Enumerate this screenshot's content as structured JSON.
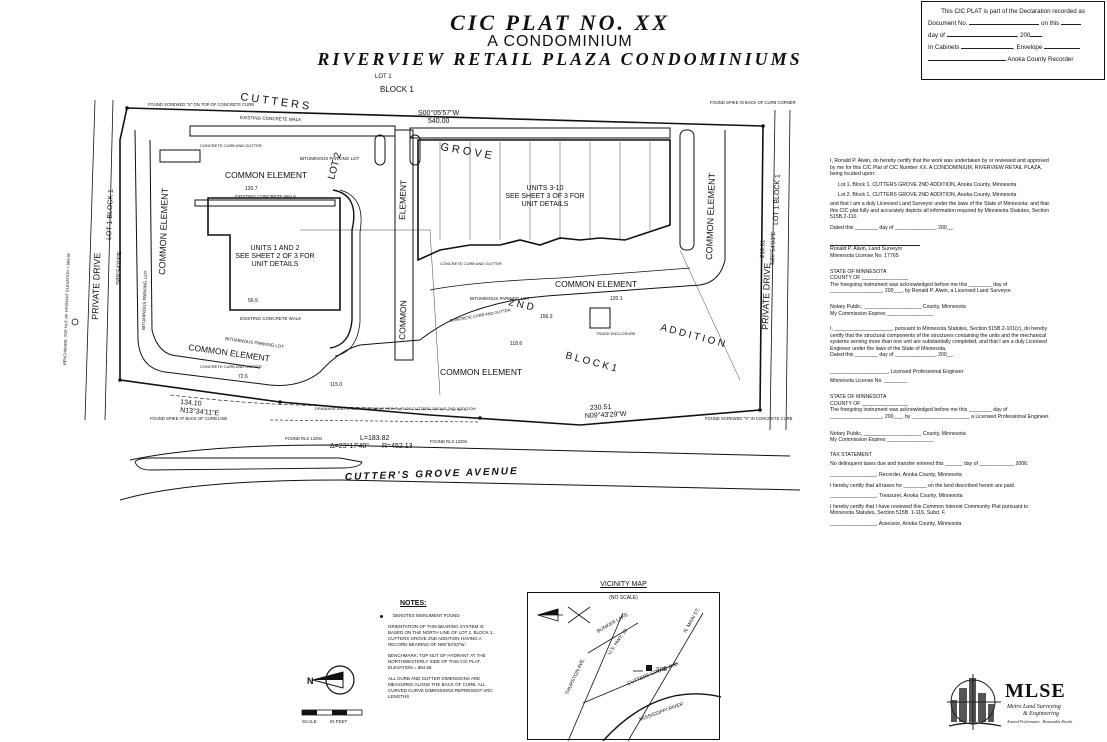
{
  "title": {
    "line1": "CIC PLAT NO. XX",
    "line2": "A CONDOMINIUM",
    "line3": "RIVERVIEW RETAIL PLAZA CONDOMINIUMS"
  },
  "recording_box": {
    "line1": "This CIC PLAT is part of the Declaration recorded as",
    "line2a": "Document No.",
    "line2b": "on this",
    "line3a": "day of",
    "line3b": ", 200",
    "line4a": "In Cabinets",
    "line4b": ", Envelope",
    "line5": "Anoka County Recorder"
  },
  "plat_labels": {
    "lot1_top": "LOT 1",
    "block1_top": "BLOCK 1",
    "cutters_top": "C U T T E R S",
    "grove_mid": "G R O V E",
    "lot2": "LOT 2",
    "second": "2 N D",
    "addition": "A D D I T I O N",
    "block1_bottom": "B L O C K   1",
    "private_drive_left": "PRIVATE  DRIVE",
    "private_drive_right": "PRIVATE  DRIVE",
    "lot1_block1_left": "LOT 1   BLOCK 1",
    "lot1_block1_right": "LOT 1   BLOCK 1",
    "bearing_top": "S00°05'57\"W",
    "dist_top": "540.00",
    "bearing_left": "S89°54'03\"E",
    "dist_left": "210.01",
    "bearing_right": "S89°54'03\"E",
    "dist_right": "210.01",
    "bearing_bl": "N13°34'11\"E",
    "dist_bl": "134.10",
    "bearing_br": "N09°43'29\"W",
    "dist_br": "230.51",
    "curve_L": "L=183.82",
    "curve_delta": "Δ=23°17'40\"",
    "curve_R": "R=452.13",
    "common_element_1": "COMMON ELEMENT",
    "common_element_2": "COMMON ELEMENT",
    "common_element_3": "COMMON ELEMENT",
    "common_element_4": "COMMON ELEMENT",
    "common_element_5": "COMMON ELEMENT",
    "common_element_6": "COMMON ELEMENT",
    "common_v1": "COMMON",
    "element_v1": "ELEMENT",
    "units_1_2_a": "UNITS 1 AND 2",
    "units_1_2_b": "SEE SHEET 2 OF 3 FOR",
    "units_1_2_c": "UNIT DETAILS",
    "units_3_10_a": "UNITS 3-10",
    "units_3_10_b": "SEE SHEET 3 OF 3 FOR",
    "units_3_10_c": "UNIT DETAILS",
    "existing_walk_1": "EXISTING CONCRETE WALK",
    "existing_walk_2": "EXISTING CONCRETE WALK",
    "existing_walk_3": "EXISTING CONCRETE WALK",
    "curb_gutter_1": "CONCRETE CURB AND GUTTER",
    "curb_gutter_2": "CONCRETE CURB AND GUTTER",
    "curb_gutter_3": "CONCRETE CURB AND GUTTER",
    "curb_gutter_4": "CONCRETE CURB AND GUTTER",
    "parking_1": "BITUMINOUS PARKING LOT",
    "parking_2": "BITUMINOUS PARKING LOT",
    "parking_3": "BITUMINOUS PARKING LOT",
    "parking_4": "BITUMINOUS PARKING LOT",
    "trash": "TRASH ENCLOSURE",
    "found_spike_tr": "FOUND SPIKE IN BACK OF CURB CORNER",
    "found_screw_tl": "FOUND SCREWED \"X\" ON TOP OF CONCRETE CURB",
    "found_spike_bl": "FOUND SPIKE AT BACK OF CURB LINE",
    "found_screw_br": "FOUND SCREWED \"X\" IN CONCRETE CURB",
    "found_rls_1": "FOUND RLS 12294",
    "found_rls_2": "FOUND RLS 12294",
    "drainage": "DRAINAGE AND UTILITY EASEMENT PER PLAT OF CUTTERS GROVE 2ND ADDITION",
    "benchmark_side": "BENCHMARK: TOP NUT OF HYDRANT ELEVATION = 884.66",
    "avenue": "CUTTER'S    GROVE    AVENUE",
    "dim_1207": "120.7",
    "dim_1186": "118.6",
    "dim_1563": "156.3",
    "dim_726": "72.6",
    "dim_1150": "115.0",
    "dim_1201": "120.1",
    "dim_569": "56.9"
  },
  "notes": {
    "heading": "NOTES:",
    "note1": "DENOTES MONUMENT FOUND",
    "note2": "ORIENTATION OF THIS BEARING SYSTEM IS BASED ON THE NORTH LINE OF LOT 2, BLOCK 1, CUTTERS GROVE 2ND ADDITION HAVING A RECORD BEARING OF N89°54'03\"W.",
    "note3": "BENCHMARK: TOP NUT OF HYDRANT AT THE NORTHWESTERLY SIDE OF THIS CIC PLAT. ELEVATION = 884.66",
    "note4": "ALL CURB AND GUTTER DIMENSIONS ARE MEASURED ALONG THE BACK OF CURB. ALL CURVED CURVE DIMENSIONS REPRESENT ARC LENGTHS",
    "scale_label": "SCALE",
    "scale_unit": "IN FEET"
  },
  "vicinity": {
    "title": "VICINITY MAP",
    "subtitle": "(NO SCALE)",
    "site": "SITE",
    "street1": "CUTTERS GROVE AVE.",
    "street2": "THURSTON AVE.",
    "street3": "U.S. HWY. 10",
    "street4": "MISSISSIPPI RIVER",
    "street5": "BUNKER LAKE",
    "street6": "N. MAIN ST."
  },
  "certificate": {
    "p1": "I, Ronald P. Alwin, do hereby certify that the work was undertaken by or reviewed and approved by me for this CIC Plat of CIC Number XX, A CONDOMINIUM, RIVERVIEW RETAIL PLAZA, being located upon:",
    "p2": "Lot 1, Block 1, CUTTERS GROVE 2ND ADDITION, Anoka County, Minnesota",
    "p3": "Lot 2, Block 1, CUTTERS GROVE 2ND ADDITION, Anoka County, Minnesota",
    "p4": "and that I am a duly Licensed Land Surveyor under the laws of the State of Minnesota; and that this CIC plat fully and accurately depicts all information required by Minnesota Statutes, Section 515B.2-110.",
    "dated1": "Dated this ________ day of ______________, 200__.",
    "sig1a": "Ronald P. Alwin, Land Surveyor",
    "sig1b": "Minnesota License No. 17765",
    "state1": "STATE OF MINNESOTA",
    "county1": "COUNTY OF ________________",
    "ack1": "The foregoing instrument was acknowledged before me this ________ day of __________________, 200___, by Ronald P. Alwin, a Licensed Land Surveyor.",
    "notary1a": "Notary Public, ____________________ County, Minnesota",
    "notary1b": "My Commission Expires ________________",
    "p5": "I, ____________________, pursuant to Minnesota Statutes, Section 515B.2-101(c), do hereby certify that the structural components of the structures containing the units and the mechanical systems serving more than one unit are substantially completed, and that I am a duly Licensed Engineer under the laws of the State of Minnesota.",
    "dated2": "Dated this ________ day of ______________, 200__.",
    "sig2a": "____________________, Licensed Professional Engineer",
    "sig2b": "Minnesota License No. ________",
    "state2": "STATE OF MINNESOTA",
    "county2": "COUNTY OF ________________",
    "ack2": "The foregoing instrument was acknowledged before me this ________ day of __________________, 200___, by ____________________ a Licensed Professional Engineer.",
    "notary2a": "Notary Public, ____________________ County, Minnesota",
    "notary2b": "My Commission Expires ________________",
    "tax_heading": "TAX STATEMENT",
    "tax1": "No delinquent taxes due and transfer entered this ______ day of ____________ 2006.",
    "tax2": "________________, Recorder, Anoka County, Minnesota",
    "tax3": "I hereby certify that all taxes for ________ on the land described herein are paid.",
    "tax4": "________________, Treasurer, Anoka County, Minnesota",
    "tax5": "I hereby certify that I have reviewed this Common Interest Community Plat pursuant to Minnesota Statutes, Section 515B. 1-116, Subd. F.",
    "tax6": "________________, Assessor, Anoka County, Minnesota"
  },
  "logo": {
    "name": "MLSE",
    "line1": "Metro Land Surveying",
    "line2": "& Engineering",
    "tagline": "Assured Performance · Reasonable Results"
  }
}
